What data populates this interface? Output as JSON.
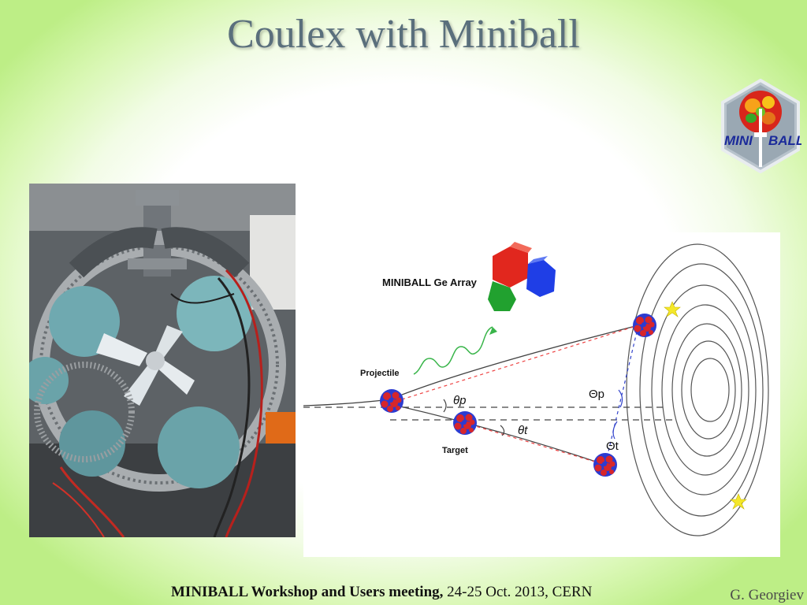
{
  "slide": {
    "title": "Coulex with Miniball"
  },
  "logo": {
    "left_text": "MINI",
    "right_text": "BALL",
    "icon": "miniball-logo-icon"
  },
  "photo": {
    "icon": "miniball-detector-photo"
  },
  "diagram": {
    "array_label": "MINIBALL Ge Array",
    "projectile_label": "Projectile",
    "target_label": "Target",
    "theta_p_small": "θp",
    "theta_t_small": "θt",
    "theta_p_large": "Θp",
    "theta_t_large": "Θt",
    "colors": {
      "nucleus_red": "#d7262b",
      "nucleus_blue": "#2b3bd1",
      "crystal_red": "#e1271e",
      "crystal_blue": "#1f3ee6",
      "crystal_green": "#21a12f",
      "gamma_green": "#39b54a",
      "star_yellow": "#f4e72a"
    }
  },
  "footer": {
    "bold": "MINIBALL Workshop and Users meeting,",
    "rest": " 24-25 Oct. 2013, CERN",
    "author": "G. Georgiev"
  }
}
